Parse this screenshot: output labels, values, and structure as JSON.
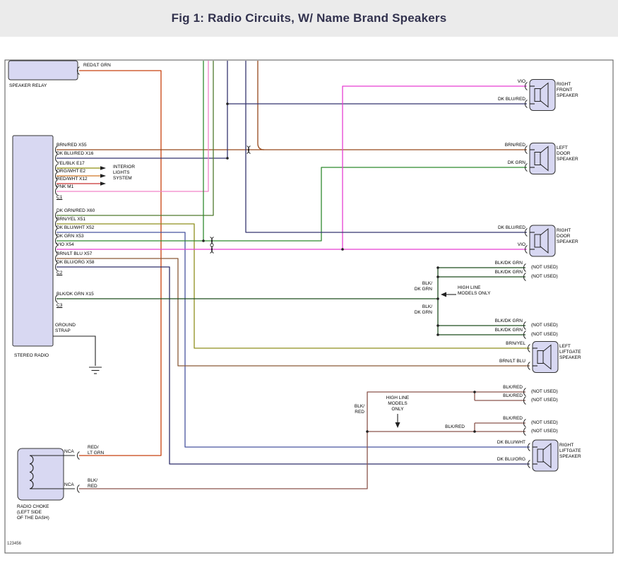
{
  "title": "Fig 1: Radio Circuits, W/ Name Brand Speakers",
  "footnote": "123456",
  "colors": {
    "red_lt_grn": "#c8410e",
    "brn_red": "#96491c",
    "dk_blu_red": "#35356f",
    "vio": "#e63fd2",
    "dk_grn": "#2f8a2f",
    "brn_yel": "#8f8f1e",
    "dk_blu_wht": "#47539f",
    "brn_lt_blu": "#8a5a38",
    "dk_blu_org": "#2e2e6a",
    "blk_dk_grn": "#1f4d1f",
    "blk_red": "#8a544c",
    "pnk": "#f283c8",
    "yel_blk": "#8f8f10",
    "org_wht": "#d07828",
    "red_wht": "#c83232",
    "dk_grn_red": "#4f7a2e",
    "component_fill": "#d8d8f2",
    "titlebar_bg": "#ebebeb"
  },
  "speaker_relay": {
    "label": "SPEAKER RELAY",
    "wire_label": "RED/LT GRN"
  },
  "stereo_radio": {
    "label": "STEREO RADIO",
    "pins": [
      "BRN/RED  X55",
      "DK BLU/RED  X16",
      "YEL/BLK  E17",
      "ORG/WHT  E2",
      "RED/WHT  X12",
      "PNK  M1",
      "DK GRN/RED  X60",
      "BRN/YEL  X51",
      "DK BLU/WHT  X52",
      "DK GRN  X53",
      "VIO  X54",
      "BRN/LT BLU  X57",
      "DK BLU/ORG  X58",
      "BLK/DK GRN  X15"
    ],
    "connector_labels": [
      "C1",
      "C2",
      "C3"
    ],
    "ground_strap": [
      "GROUND",
      "STRAP"
    ]
  },
  "interior_lights_system": [
    "INTERIOR",
    "LIGHTS",
    "SYSTEM"
  ],
  "speakers": [
    {
      "name": [
        "RIGHT",
        "FRONT",
        "SPEAKER"
      ],
      "wire_top": "VIO",
      "wire_bottom": "DK BLU/RED"
    },
    {
      "name": [
        "LEFT",
        "DOOR",
        "SPEAKER"
      ],
      "wire_top": "BRN/RED",
      "wire_bottom": "DK GRN"
    },
    {
      "name": [
        "RIGHT",
        "DOOR",
        "SPEAKER"
      ],
      "wire_top": "DK BLU/RED",
      "wire_bottom": "VIO"
    },
    {
      "name": [
        "LEFT",
        "LIFTGATE",
        "SPEAKER"
      ],
      "wire_top": "BRN/YEL",
      "wire_bottom": "BRN/LT BLU"
    },
    {
      "name": [
        "RIGHT",
        "LIFTGATE",
        "SPEAKER"
      ],
      "wire_top": "DK BLU/WHT",
      "wire_bottom": "DK BLU/ORG"
    }
  ],
  "high_line_top": {
    "note": [
      "HIGH LINE",
      "MODELS ONLY"
    ],
    "branch_labels": [
      [
        "BLK/",
        "DK GRN"
      ],
      [
        "BLK/",
        "DK GRN"
      ]
    ],
    "stubs": [
      "BLK/DK GRN",
      "BLK/DK GRN",
      "BLK/DK GRN",
      "BLK/DK GRN"
    ],
    "not_used": "(NOT USED)"
  },
  "high_line_bottom": {
    "note": [
      "HIGH LINE",
      "MODELS",
      "ONLY"
    ],
    "feed_label": [
      "BLK/",
      "RED"
    ],
    "stubs": [
      "BLK/RED",
      "BLK/RED",
      "BLK/RED",
      "BLK/RED"
    ],
    "not_used": "(NOT USED)"
  },
  "radio_choke": {
    "label": [
      "RADIO CHOKE",
      "(LEFT SIDE",
      "OF THE DASH)"
    ],
    "nca": "NCA",
    "wire1": [
      "RED/",
      "LT GRN"
    ],
    "wire2": [
      "BLK/",
      "RED"
    ]
  }
}
